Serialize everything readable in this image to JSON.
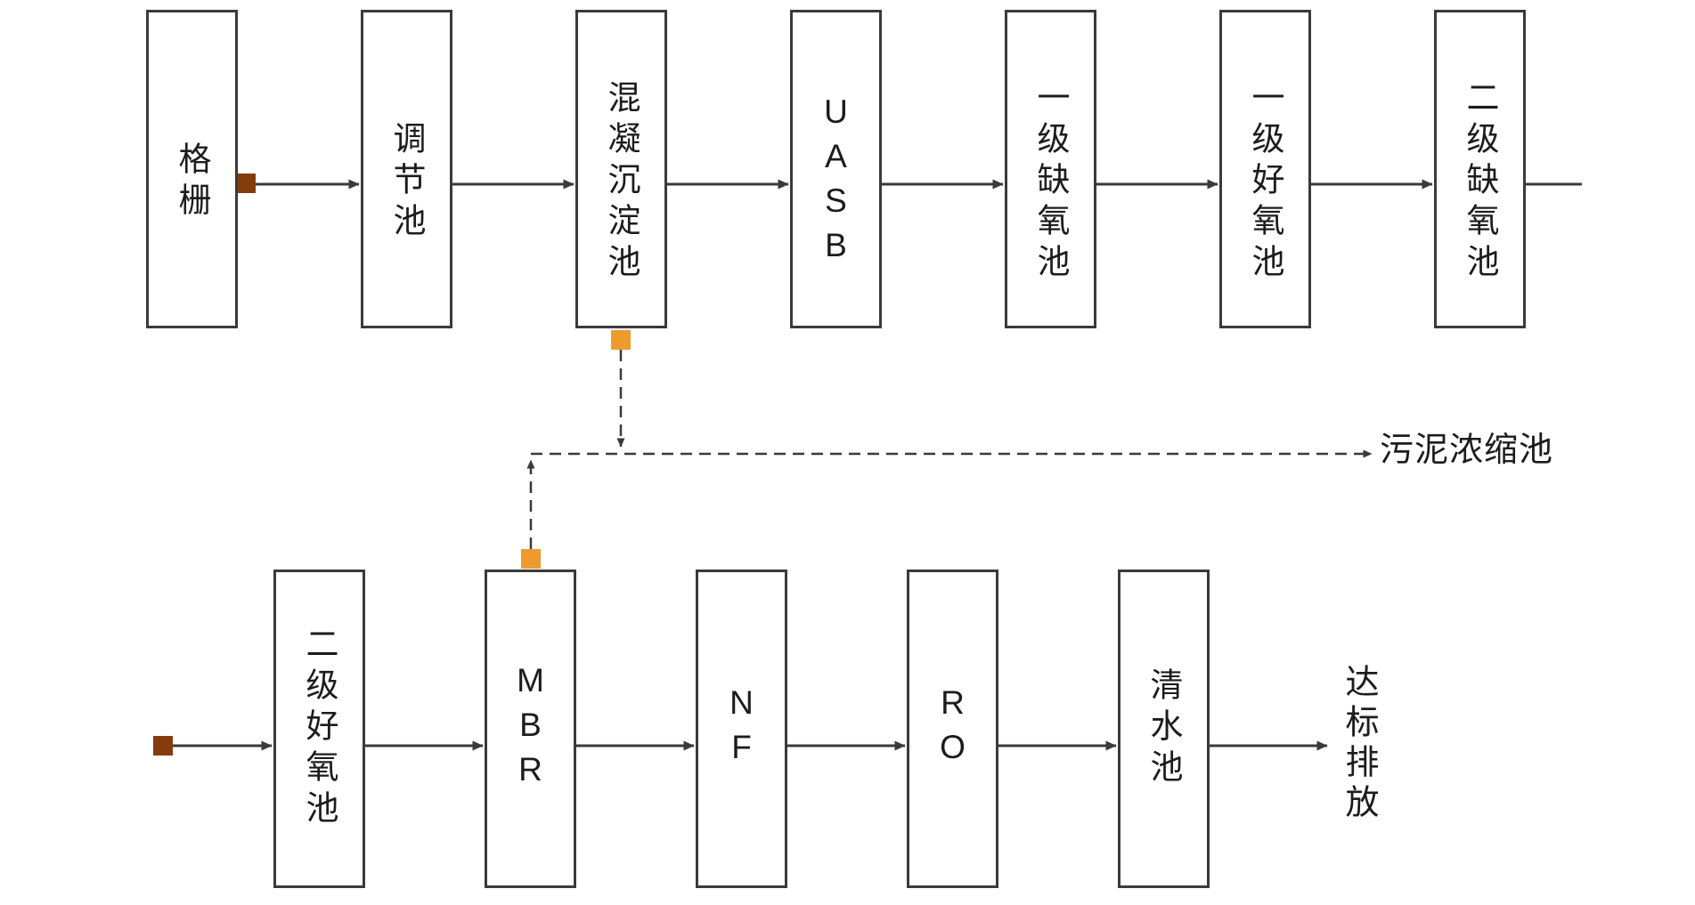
{
  "diagram": {
    "top_row": [
      "格栅",
      "调节池",
      "混凝沉淀池",
      "UASB",
      "一级缺氧池",
      "一级好氧池",
      "二级缺氧池"
    ],
    "bottom_row": [
      "二级好氧池",
      "MBR",
      "NF",
      "RO",
      "清水池"
    ],
    "side_labels": {
      "sludge": "污泥浓缩池",
      "discharge": "达标排放"
    },
    "colors": {
      "line": "#3a3a3a",
      "marker_orange": "#ED9B2D",
      "marker_brown": "#843C0C"
    }
  }
}
